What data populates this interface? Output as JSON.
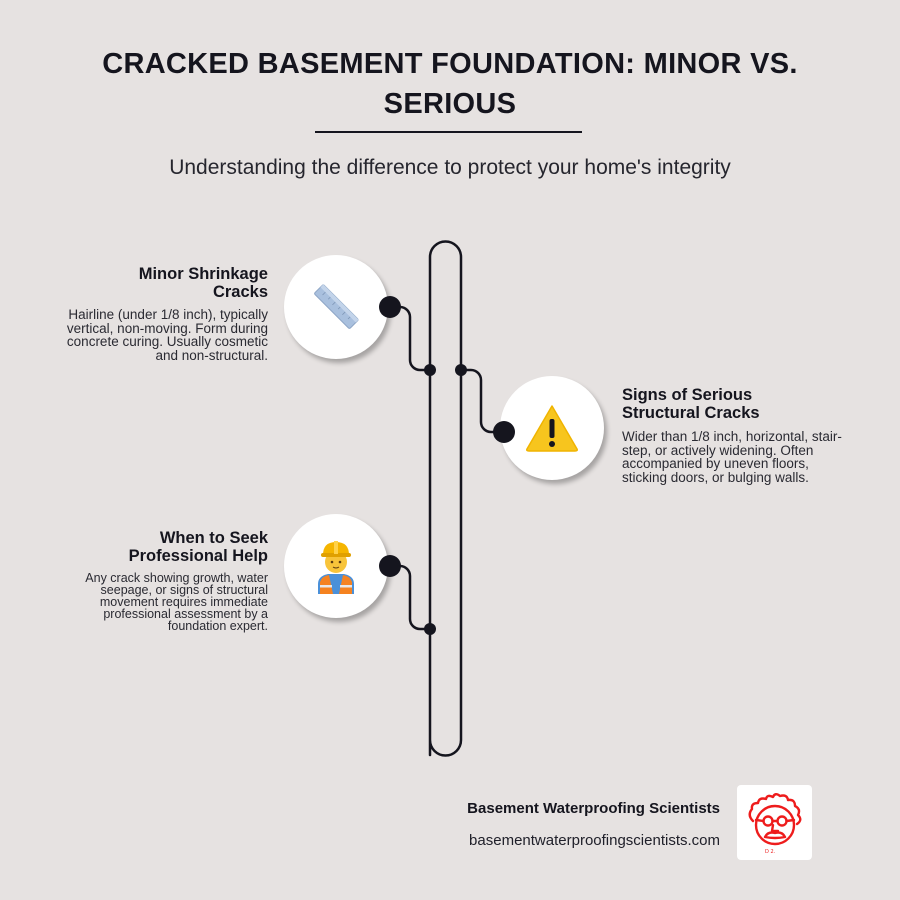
{
  "header": {
    "title": "CRACKED BASEMENT FOUNDATION: MINOR VS. SERIOUS",
    "subtitle": "Understanding the difference to protect your home's integrity"
  },
  "items": [
    {
      "title": "Minor Shrinkage Cracks",
      "description": "Hairline (under 1/8 inch), typically vertical, non-moving. Form during concrete curing. Usually cosmetic and non-structural.",
      "icon": "ruler-icon",
      "side": "left"
    },
    {
      "title": "Signs of Serious Structural Cracks",
      "description": "Wider than 1/8 inch, horizontal, stair-step, or actively widening. Often accompanied by uneven floors, sticking doors, or bulging walls.",
      "icon": "warning-icon",
      "side": "right"
    },
    {
      "title": "When to Seek Professional Help",
      "description": "Any crack showing growth, water seepage, or signs of structural movement requires immediate professional assessment by a foundation expert.",
      "icon": "construction-worker-icon",
      "side": "left"
    }
  ],
  "footer": {
    "brand_name": "Basement Waterproofing Scientists",
    "url": "basementwaterproofingscientists.com",
    "logo_icon": "scientist-logo-icon"
  },
  "colors": {
    "background": "#e6e2e1",
    "text": "#15151e",
    "line": "#15151e",
    "circle": "#ffffff",
    "warning_yellow": "#f7c51e",
    "ruler_blue": "#a9c0de",
    "logo_red": "#ee1c1c"
  }
}
